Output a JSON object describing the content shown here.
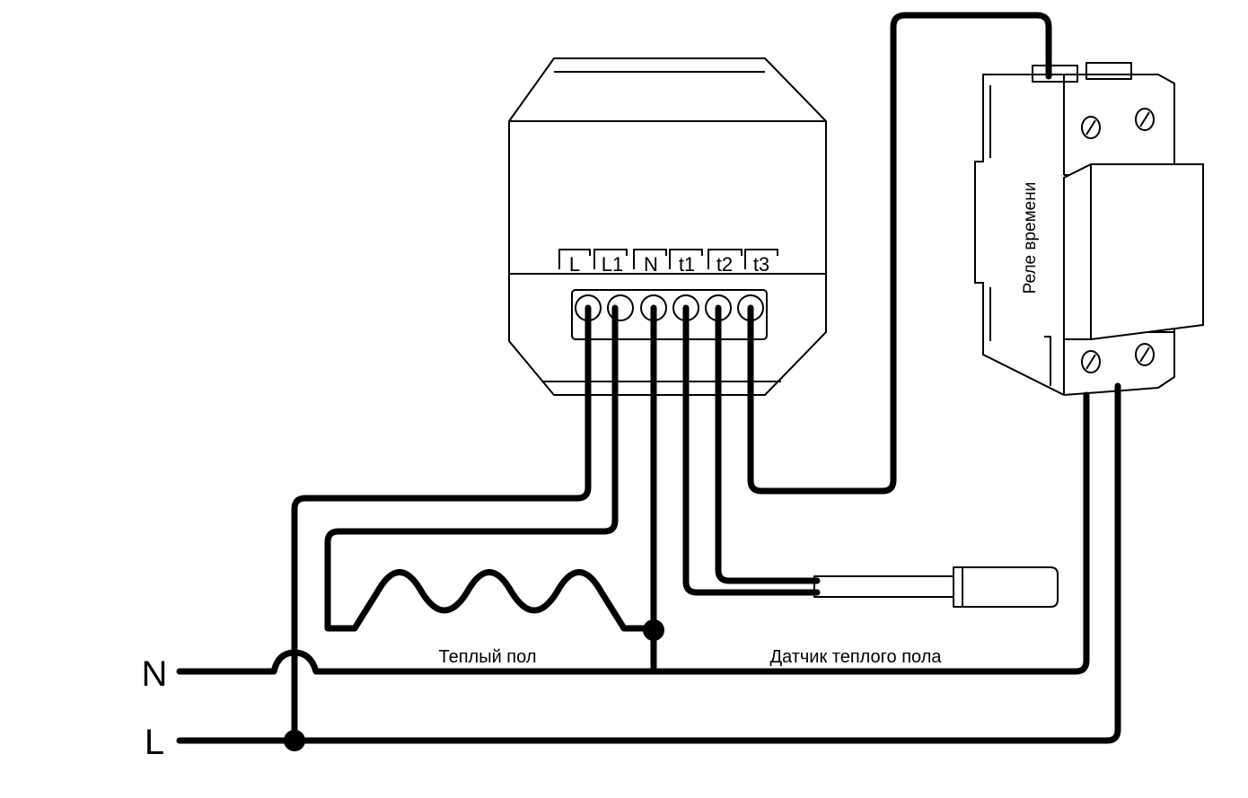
{
  "diagram": {
    "terminals": [
      "L",
      "L1",
      "N",
      "t1",
      "t2",
      "t3"
    ],
    "relay_label": "Реле времени",
    "heater_label": "Теплый пол",
    "sensor_label": "Датчик теплого пола",
    "mains": {
      "neutral": "N",
      "line": "L"
    }
  },
  "colors": {
    "line": "#000000",
    "background": "#ffffff"
  }
}
